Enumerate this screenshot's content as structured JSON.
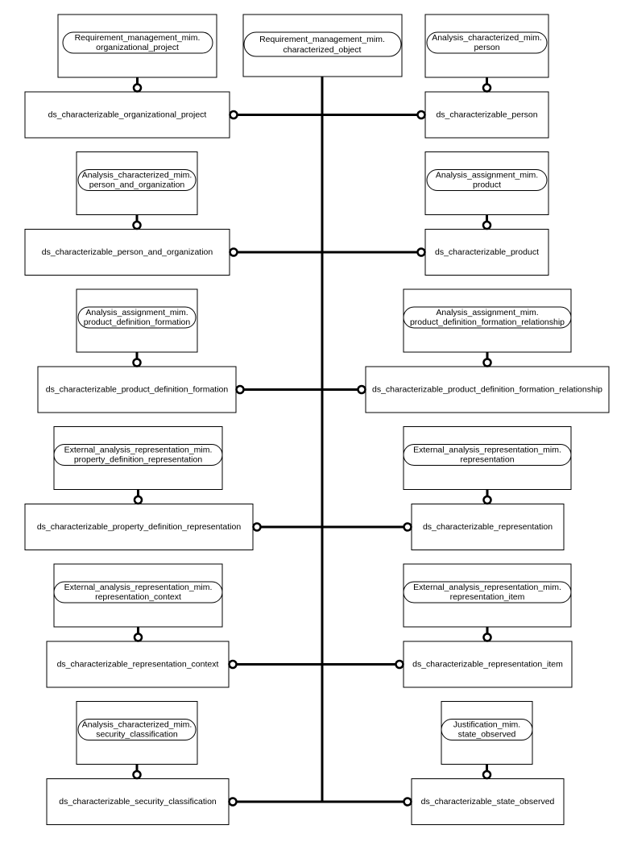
{
  "diagram": {
    "top": {
      "label_line1": "Requirement_management_mim.",
      "label_line2": "characterized_object"
    },
    "rows": [
      {
        "left": {
          "ref_line1": "Requirement_management_mim.",
          "ref_line2": "organizational_project",
          "label": "ds_characterizable_organizational_project"
        },
        "right": {
          "ref_line1": "Analysis_characterized_mim.",
          "ref_line2": "person",
          "label": "ds_characterizable_person"
        }
      },
      {
        "left": {
          "ref_line1": "Analysis_characterized_mim.",
          "ref_line2": "person_and_organization",
          "label": "ds_characterizable_person_and_organization"
        },
        "right": {
          "ref_line1": "Analysis_assignment_mim.",
          "ref_line2": "product",
          "label": "ds_characterizable_product"
        }
      },
      {
        "left": {
          "ref_line1": "Analysis_assignment_mim.",
          "ref_line2": "product_definition_formation",
          "label": "ds_characterizable_product_definition_formation"
        },
        "right": {
          "ref_line1": "Analysis_assignment_mim.",
          "ref_line2": "product_definition_formation_relationship",
          "label": "ds_characterizable_product_definition_formation_relationship"
        }
      },
      {
        "left": {
          "ref_line1": "External_analysis_representation_mim.",
          "ref_line2": "property_definition_representation",
          "label": "ds_characterizable_property_definition_representation"
        },
        "right": {
          "ref_line1": "External_analysis_representation_mim.",
          "ref_line2": "representation",
          "label": "ds_characterizable_representation"
        }
      },
      {
        "left": {
          "ref_line1": "External_analysis_representation_mim.",
          "ref_line2": "representation_context",
          "label": "ds_characterizable_representation_context"
        },
        "right": {
          "ref_line1": "External_analysis_representation_mim.",
          "ref_line2": "representation_item",
          "label": "ds_characterizable_representation_item"
        }
      },
      {
        "left": {
          "ref_line1": "Analysis_characterized_mim.",
          "ref_line2": "security_classification",
          "label": "ds_characterizable_security_classification"
        },
        "right": {
          "ref_line1": "Justification_mim.",
          "ref_line2": "state_observed",
          "label": "ds_characterizable_state_observed"
        }
      }
    ]
  }
}
